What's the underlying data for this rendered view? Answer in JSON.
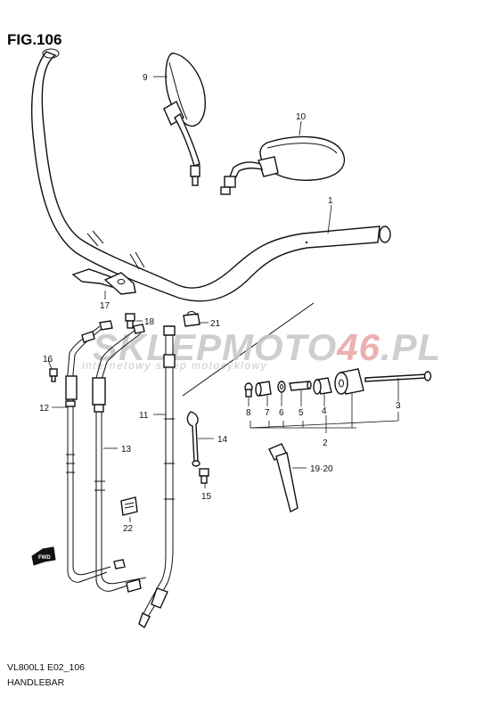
{
  "figure": {
    "title": "FIG.106"
  },
  "footer": {
    "model_code": "VL800L1 E02_106",
    "section": "HANDLEBAR"
  },
  "watermark": {
    "brand_a": "SKLEP",
    "brand_b": "MOTO",
    "brand_c": "46",
    "brand_d": ".PL",
    "tagline": "internetowy sklep motocyklowy"
  },
  "colors": {
    "watermark_grey": "#bdbdbd",
    "watermark_red": "#e8a0a0",
    "line": "#111111"
  },
  "fwd_icon": {
    "label": "FWD"
  },
  "callouts": {
    "c1": "1",
    "c2": "2",
    "c3": "3",
    "c4": "4",
    "c5": "5",
    "c6": "6",
    "c7": "7",
    "c8": "8",
    "c9": "9",
    "c10": "10",
    "c11": "11",
    "c12": "12",
    "c13": "13",
    "c14": "14",
    "c15": "15",
    "c16": "16",
    "c17": "17",
    "c18": "18",
    "c1920": "19·20",
    "c21": "21",
    "c22": "22"
  }
}
